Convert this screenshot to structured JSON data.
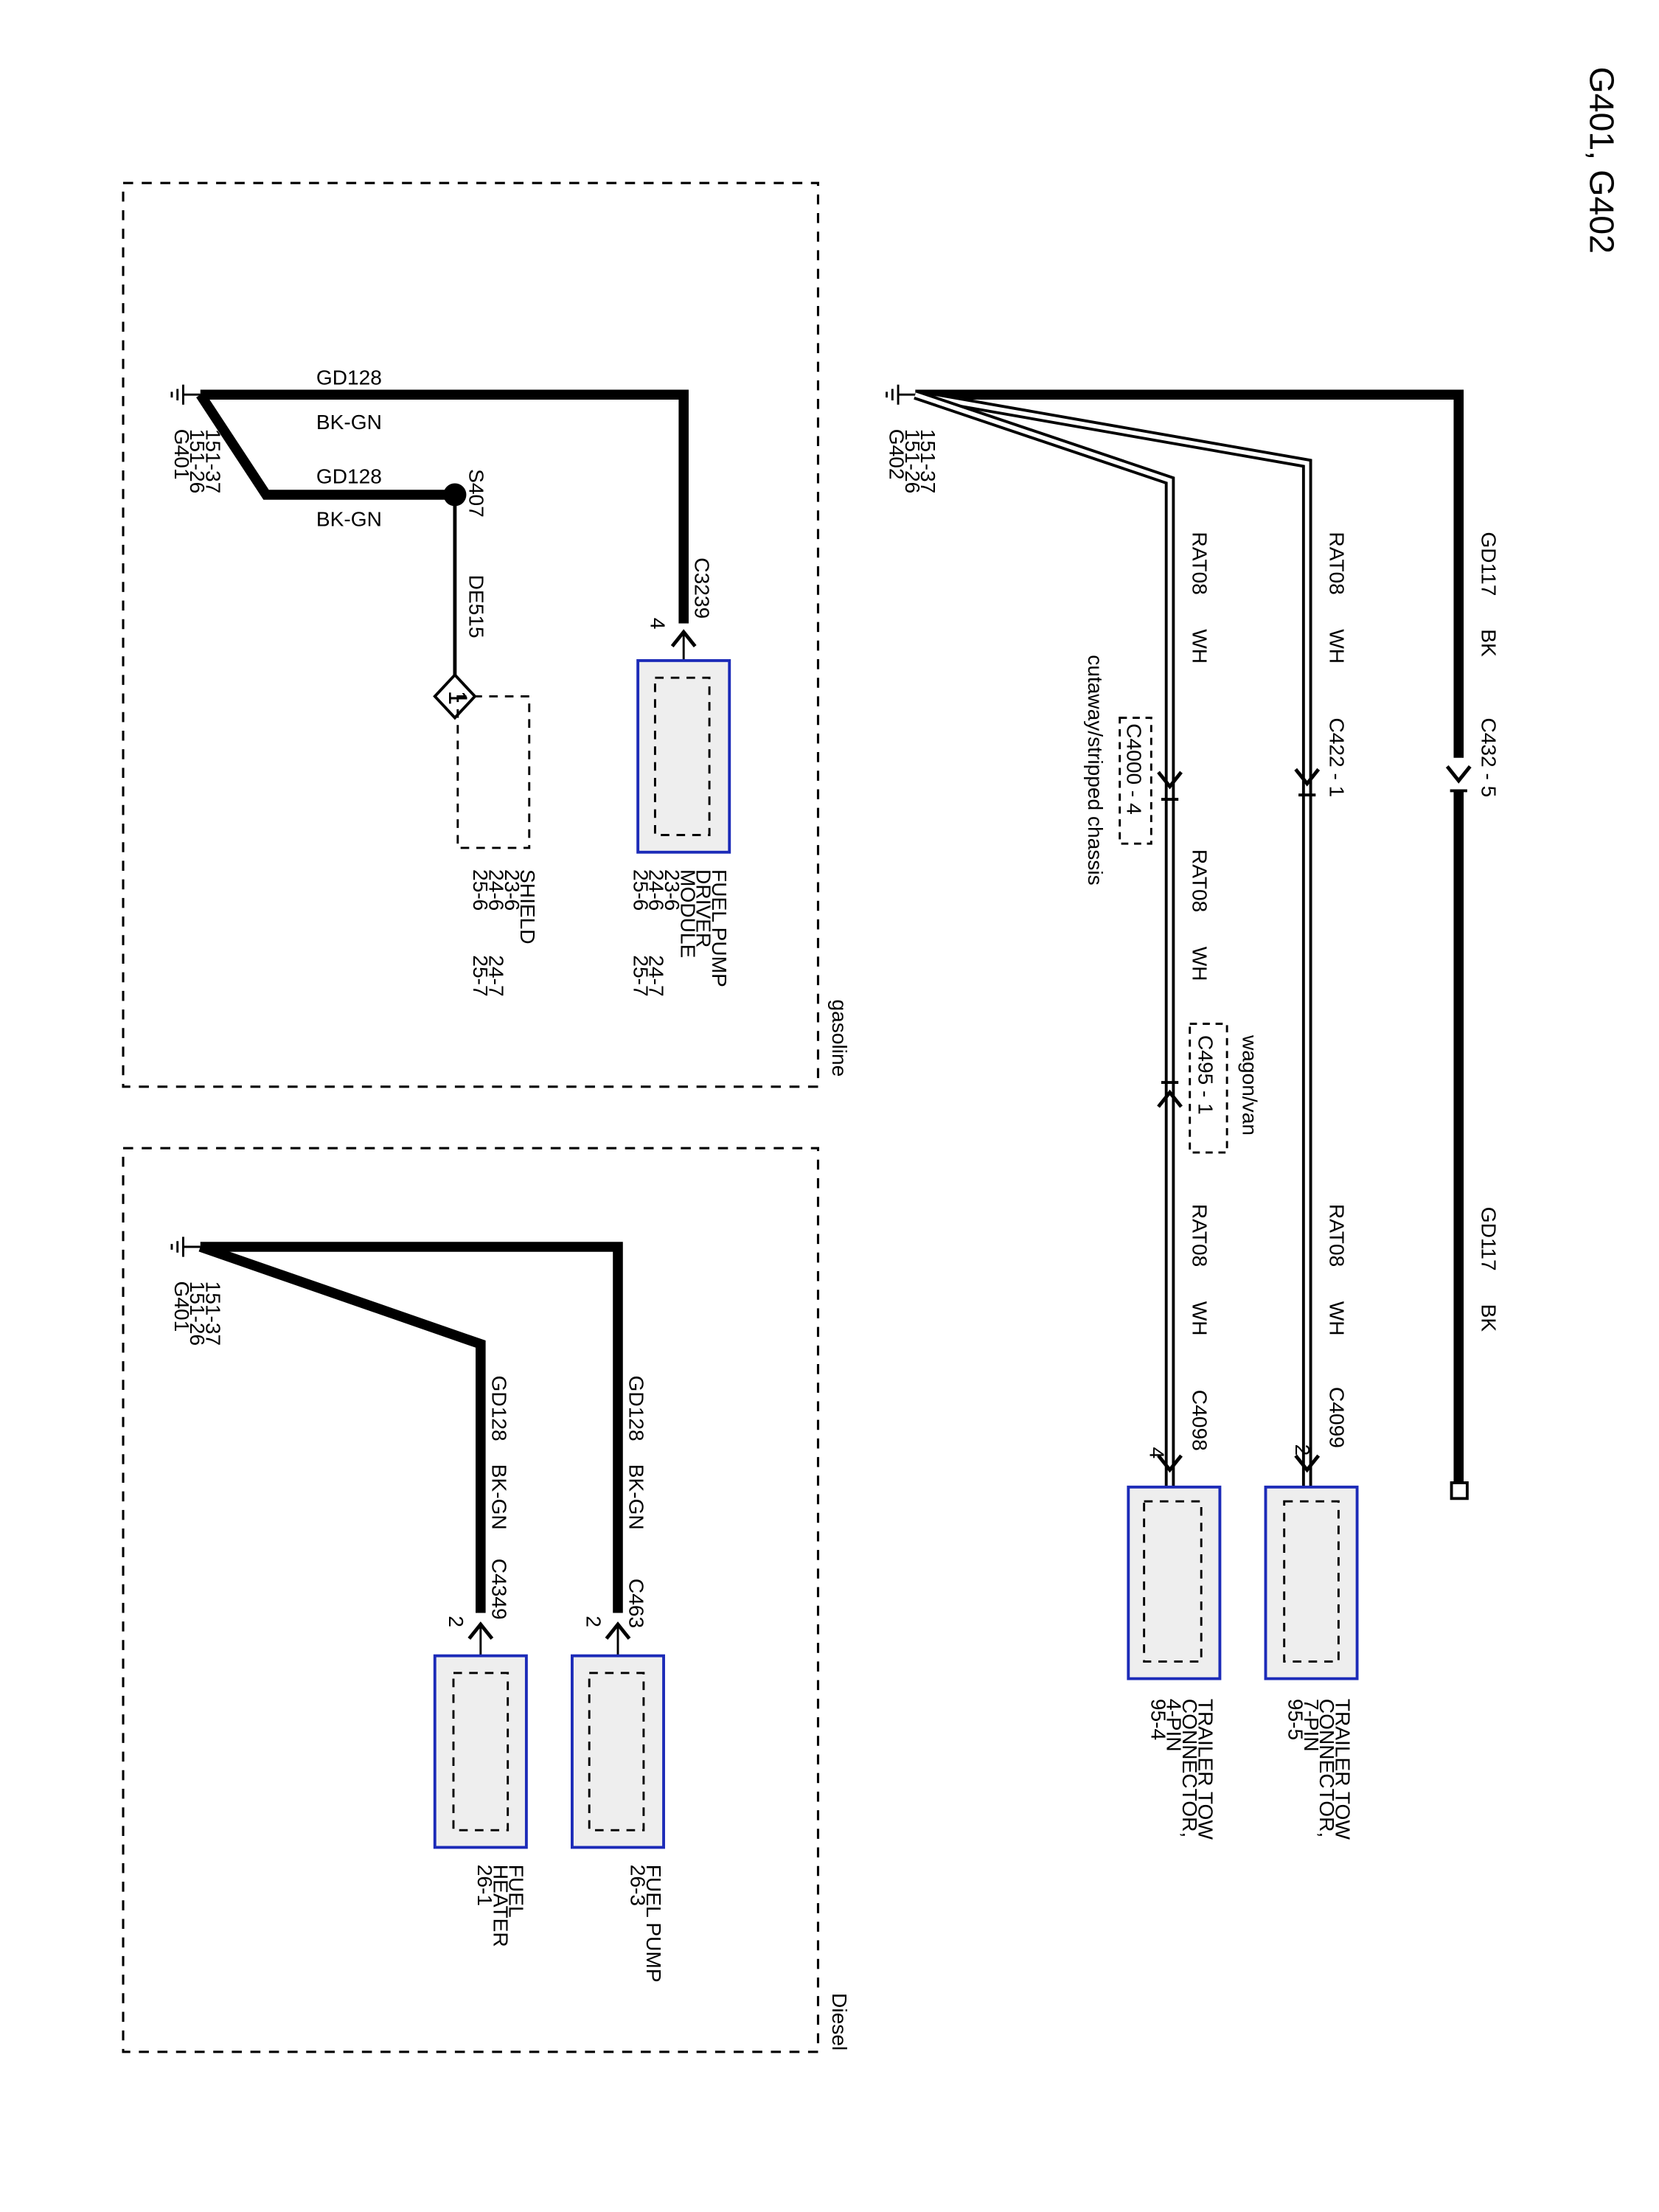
{
  "title": "G401, G402",
  "colors": {
    "wire": "#000000",
    "component_border": "#1c2bb8",
    "component_fill": "#eeeeee",
    "background": "#ffffff"
  },
  "icons": [
    "ground-icon",
    "connector-arrow-icon",
    "splice-dot-icon",
    "shield-diamond-icon"
  ],
  "g402": {
    "ground": "G402",
    "ground_ref1": "151-26",
    "ground_ref2": "151-37",
    "w1_circuit": "GD117",
    "w1_color": "BK",
    "w1_connector": "C432 - 5",
    "w1b_circuit": "GD117",
    "w1b_color": "BK",
    "w2_circuit": "RAT08",
    "w2_color": "WH",
    "w2_connector": "C422 - 1",
    "w2b_circuit": "RAT08",
    "w2b_color": "WH",
    "w2_end_connector": "C4099",
    "w2_pin": "2",
    "w3_circuit": "RAT08",
    "w3_color": "WH",
    "w3_connector1": "C4000 - 4",
    "w3_note1": "cutaway/stripped chassis",
    "w3b_circuit": "RAT08",
    "w3b_color": "WH",
    "w3_connector2": "C495 - 1",
    "w3_note2": "wagon/van",
    "w3c_circuit": "RAT08",
    "w3c_color": "WH",
    "w3_end_connector": "C4098",
    "w3_pin": "4",
    "comp7_line1": "TRAILER TOW",
    "comp7_line2": "CONNECTOR,",
    "comp7_line3": "7-PIN",
    "comp7_ref": "95-5",
    "comp4_line1": "TRAILER TOW",
    "comp4_line2": "CONNECTOR,",
    "comp4_line3": "4-PIN",
    "comp4_ref": "95-4"
  },
  "gasoline": {
    "label": "gasoline",
    "ground": "G401",
    "ground_ref1": "151-26",
    "ground_ref2": "151-37",
    "w1_circuit": "GD128",
    "w1_color": "BK-GN",
    "w1_connector": "C3239",
    "w1_pin": "4",
    "w2_circuit": "GD128",
    "w2_color": "BK-GN",
    "splice": "S407",
    "shield_circuit": "DE515",
    "shield_pin": "1",
    "fpdm_line1": "FUEL PUMP",
    "fpdm_line2": "DRIVER",
    "fpdm_line3": "MODULE",
    "fpdm_refs_a": "23-6",
    "fpdm_refs_b": "24-6",
    "fpdm_refs_b2": "24-7",
    "fpdm_refs_c": "25-6",
    "fpdm_refs_c2": "25-7",
    "shield_name": "SHIELD",
    "shield_refs_a": "23-6",
    "shield_refs_b": "24-6",
    "shield_refs_b2": "24-7",
    "shield_refs_c": "25-6",
    "shield_refs_c2": "25-7"
  },
  "diesel": {
    "label": "Diesel",
    "ground": "G401",
    "ground_ref1": "151-26",
    "ground_ref2": "151-37",
    "w1_circuit": "GD128",
    "w1_color": "BK-GN",
    "w1_connector": "C463",
    "w1_pin": "2",
    "w2_circuit": "GD128",
    "w2_color": "BK-GN",
    "w2_connector": "C4349",
    "w2_pin": "2",
    "pump_name": "FUEL PUMP",
    "pump_ref": "26-3",
    "heater_line1": "FUEL",
    "heater_line2": "HEATER",
    "heater_ref": "26-1"
  }
}
